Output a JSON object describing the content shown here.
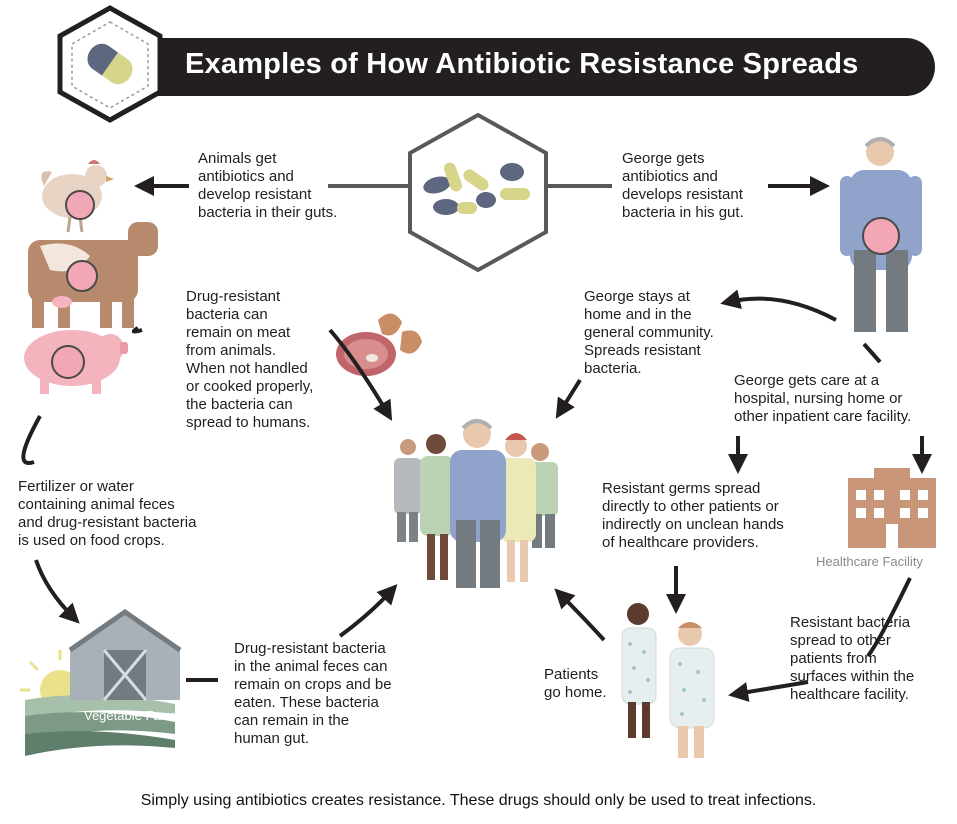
{
  "title": "Examples of How Antibiotic Resistance Spreads",
  "footer": "Simply using antibiotics creates resistance.  These drugs should only be used to treat infections.",
  "labels": {
    "vegetable_farm": "Vegetable Farm",
    "healthcare_facility": "Healthcare Facility"
  },
  "captions": {
    "animals_get_antibiotics": "Animals get\nantibiotics and\ndevelop resistant\nbacteria in their guts.",
    "george_gets_antibiotics": "George gets\nantibiotics and\ndevelops resistant\nbacteria in his gut.",
    "meat_bacteria": "Drug-resistant\nbacteria can\nremain on meat\nfrom animals.\nWhen not handled\nor cooked properly,\nthe bacteria can\nspread to humans.",
    "george_stays_home": "George stays at\nhome and in the\ngeneral community.\nSpreads resistant\nbacteria.",
    "george_gets_care": "George gets care at a\nhospital, nursing home or\nother inpatient care facility.",
    "fertilizer": "Fertilizer or water\ncontaining animal feces\nand drug-resistant bacteria\nis used on food crops.",
    "resistant_germs_spread": "Resistant germs spread\ndirectly to other patients or\nindirectly on unclean hands\nof healthcare providers.",
    "crops_bacteria": "Drug-resistant bacteria\nin the animal feces can\nremain on crops and be\neaten. These bacteria\ncan remain in the\nhuman gut.",
    "patients_go_home": "Patients\ngo home.",
    "surfaces_spread": "Resistant bacteria\nspread to other\npatients from\nsurfaces within the\nhealthcare facility."
  },
  "colors": {
    "banner": "#231f20",
    "arrow": "#231f20",
    "pill_yellow": "#d7d58a",
    "pill_slate": "#56617a",
    "gut_pink": "#f2a7b6",
    "cow_brown": "#b78a6d",
    "pig_pink": "#f4b4bd",
    "building": "#c99679",
    "farm_green": "#7d9a86",
    "sun_yellow": "#e9e28a",
    "suit_blue": "#8fa3cb",
    "pants_gray": "#737a80"
  }
}
